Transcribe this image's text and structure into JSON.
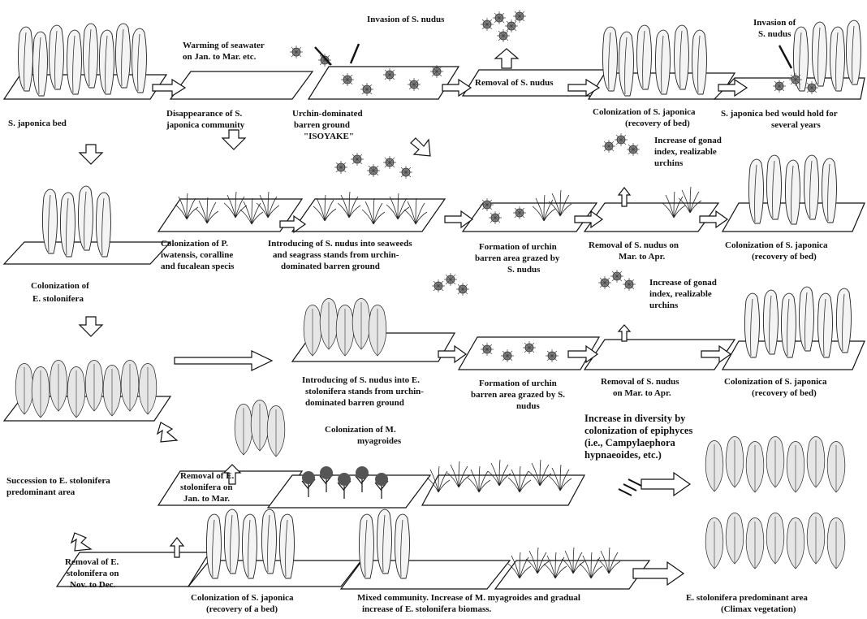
{
  "labels": {
    "row1": {
      "japonica_bed": "S. japonica bed",
      "warming_1": "Warming of seawater",
      "warming_2": "on Jan. to Mar. etc.",
      "disappear_1": "Disappearance of S.",
      "disappear_2": "japonica community",
      "invasion_mid": "Invasion of S. nudus",
      "urchin_1": "Urchin-dominated",
      "urchin_2": "barren ground",
      "urchin_3": "\"ISOYAKE\"",
      "removal": "Removal of S. nudus",
      "colon_1": "Colonization of S. japonica",
      "colon_2": "(recovery of bed)",
      "invasion_r1": "Invasion of",
      "invasion_r2": "S. nudus",
      "hold_1": "S. japonica bed would hold for",
      "hold_2": "several years"
    },
    "row2": {
      "colon_p1": "Colonization of P.",
      "colon_p2": "iwatensis, coralline",
      "colon_p3": "and fucalean specis",
      "intro_1": "Introducing of S. nudus into seaweeds",
      "intro_2": "and seagrass stands from urchin-",
      "intro_3": "dominated barren ground",
      "form_1": "Formation of urchin",
      "form_2": "barren area grazed by",
      "form_3": "S. nudus",
      "gonad_1": "Increase of gonad",
      "gonad_2": "index, realizable",
      "gonad_3": "urchins",
      "removal_1": "Removal of S. nudus on",
      "removal_2": "Mar. to Apr.",
      "colon_1": "Colonization of S. japonica",
      "colon_2": "(recovery of bed)"
    },
    "left": {
      "colon_e1": "Colonization of",
      "colon_e2": "E. stolonifera",
      "succ_1": "Succession to E. stolonifera",
      "succ_2": "predominant area"
    },
    "row3": {
      "intro_1": "Introducing of S. nudus into E.",
      "intro_2": "stolonifera stands from urchin-",
      "intro_3": "dominated barren ground",
      "form_1": "Formation of urchin",
      "form_2": "barren area grazed by S.",
      "form_3": "nudus",
      "gonad_1": "Increase of gonad",
      "gonad_2": "index, realizable",
      "gonad_3": "urchins",
      "removal_1": "Removal of S. nudus",
      "removal_2": "on Mar. to Apr.",
      "colon_1": "Colonization of S. japonica",
      "colon_2": "(recovery of bed)"
    },
    "row4": {
      "remove_e1": "Removal of E.",
      "remove_e2": "stolonifera on",
      "remove_e3": "Jan. to Mar.",
      "colon_m1": "Colonization of M.",
      "colon_m2": "myagroides",
      "div_1": "Increase in diversity  by",
      "div_2": "colonization of epiphyces",
      "div_3": "(i.e., Campylaephora",
      "div_4": "hypnaeoides, etc.)"
    },
    "row5": {
      "remove_e1": "Removal of E.",
      "remove_e2": "stolonifera on",
      "remove_e3": "Nov. to Dec.",
      "colon_1": "Colonization of S. japonica",
      "colon_2": "(recovery of a bed)",
      "mixed_1": "Mixed community.  Increase of M. myagroides and gradual",
      "mixed_2": "increase of E. stolonifera biomass.",
      "climax_1": "E. stolonifera predominant area",
      "climax_2": "(Climax vegetation)"
    }
  }
}
